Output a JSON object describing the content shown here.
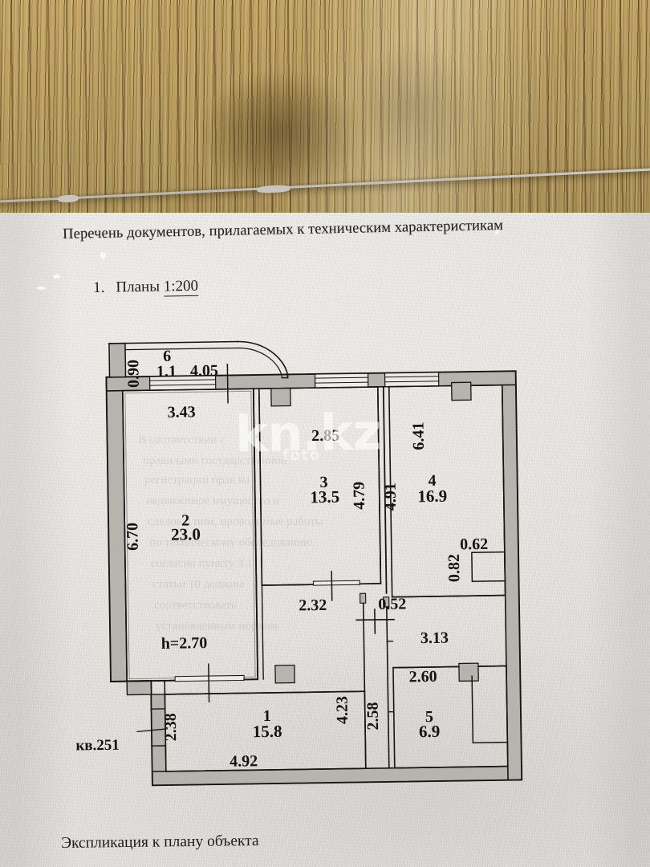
{
  "document": {
    "header_line": "Перечень документов, прилагаемых к техническим характеристикам",
    "item_number": "1.",
    "item_label": "Планы",
    "item_scale": "1:200",
    "footer_line": "Экспликация к плану объекта"
  },
  "watermark": {
    "main": "kn",
    "dot": ".",
    "tail": "kz",
    "sub": "foto"
  },
  "plan": {
    "apartment_label": "кв.251",
    "ceiling_height": "h=2.70",
    "rooms": [
      {
        "id": "room-6",
        "number": "6",
        "area": "1.1"
      },
      {
        "id": "room-2",
        "number": "2",
        "area": "23.0"
      },
      {
        "id": "room-3",
        "number": "3",
        "area": "13.5"
      },
      {
        "id": "room-4",
        "number": "4",
        "area": "16.9"
      },
      {
        "id": "room-1",
        "number": "1",
        "area": "15.8"
      },
      {
        "id": "room-5",
        "number": "5",
        "area": "6.9"
      }
    ],
    "dimensions": {
      "balcony_depth": "0.90",
      "balcony_width": "4.05",
      "room2_top": "3.43",
      "room2_left": "6.70",
      "room3_top": "2.85",
      "room3_right": "4.79",
      "room3_bottom": "2.32",
      "room4_left": "4.91",
      "room4_top": "6.41",
      "niche_width": "0.62",
      "niche_height": "0.82",
      "corridor_gap": "0.52",
      "corridor_left": "4.23",
      "room5_left": "2.58",
      "room5_top_outer": "3.13",
      "room5_top_inner": "2.60",
      "room1_left": "2.38",
      "room1_bottom": "4.92"
    }
  },
  "colors": {
    "paper": "#e8e6e2",
    "wood": "#bda061",
    "ink": "#151311",
    "wall_fill": "#b9b6b1",
    "watermark": "#ffffff"
  }
}
